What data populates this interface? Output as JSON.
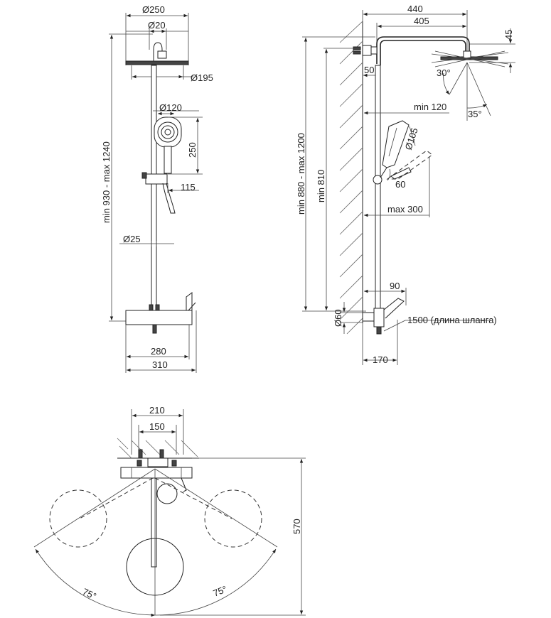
{
  "front_view": {
    "head_diameter": "Ø250",
    "arm_diameter": "Ø20",
    "head_inner_diameter": "Ø195",
    "hand_shower_diameter": "Ø120",
    "hand_shower_length": "250",
    "holder_offset": "115",
    "pipe_diameter": "Ø25",
    "height_range": "min 930 - max 1240",
    "mixer_width": "280",
    "overall_width": "310"
  },
  "side_view": {
    "arm_overall": "440",
    "arm_length": "405",
    "head_height": "45",
    "wall_offset": "50",
    "tilt_angle_small": "30°",
    "tilt_angle_large": "35°",
    "holder_min": "min 120",
    "hand_diameter": "Ø105",
    "holder_angle": "60",
    "holder_max": "max 300",
    "height_range": "min 880 - max 1200",
    "min_height": "min 810",
    "mixer_depth": "90",
    "connector_diameter": "Ø60",
    "hose_length": "1500 (длина шланга)",
    "mixer_projection": "170"
  },
  "top_view": {
    "outer_width": "210",
    "inner_width": "150",
    "depth": "570",
    "angle_left": "75°",
    "angle_right": "75°"
  }
}
